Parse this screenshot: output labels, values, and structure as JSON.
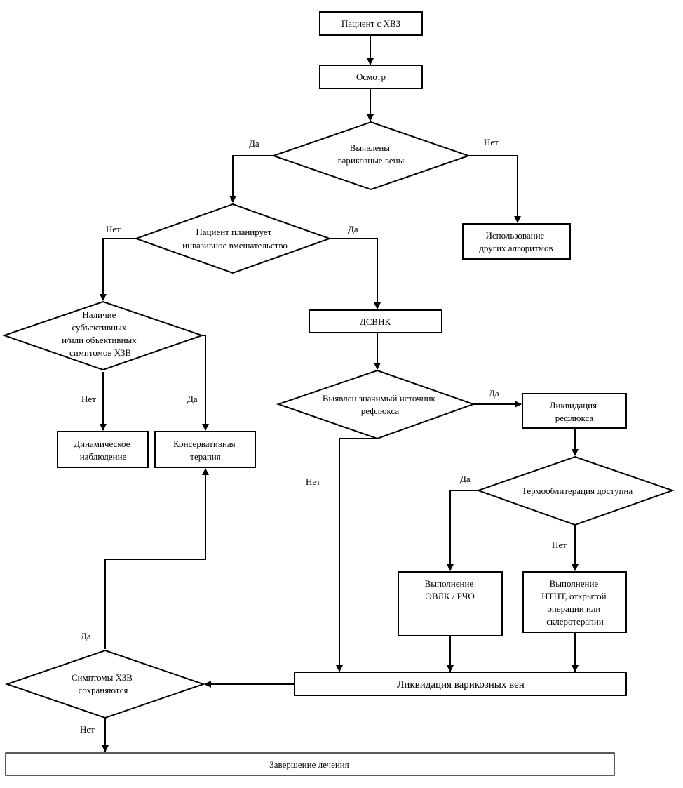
{
  "colors": {
    "line": "#000000",
    "fill": "#ffffff"
  },
  "nodes": {
    "patient": "Пациент с ХВЗ",
    "exam": "Осмотр",
    "varicose_detected": [
      "Выявлены",
      "варикозные вены"
    ],
    "other_algorithms": [
      "Использование",
      "других алгоритмов"
    ],
    "plans_invasive": [
      "Пациент планирует",
      "инвазивное вмешательство"
    ],
    "symptoms_present": [
      "Наличие",
      "субъективных",
      "и/или объективных",
      "симптомов ХЗВ"
    ],
    "dsvnk": "ДСВНК",
    "dynamic_observation": [
      "Динамическое",
      "наблюдение"
    ],
    "conservative_therapy": [
      "Консервативная",
      "терапия"
    ],
    "reflux_source": [
      "Выявлен значимый источник",
      "рефлюкса"
    ],
    "reflux_elimination": [
      "Ликвидация",
      "рефлюкса"
    ],
    "thermo_available": "Термооблитерация доступна",
    "evlk_rfo": [
      "Выполнение",
      "ЭВЛК / РЧО"
    ],
    "ntnt": [
      "Выполнение",
      "НТНТ, открытой",
      "операции или",
      "склеротерапии"
    ],
    "varicose_elimination": "Ликвидация варикозных вен",
    "symptoms_persist": [
      "Симптомы ХЗВ",
      "сохраняются"
    ],
    "treatment_end": "Завершение лечения"
  },
  "edge_labels": {
    "yes": "Да",
    "no": "Нет"
  }
}
